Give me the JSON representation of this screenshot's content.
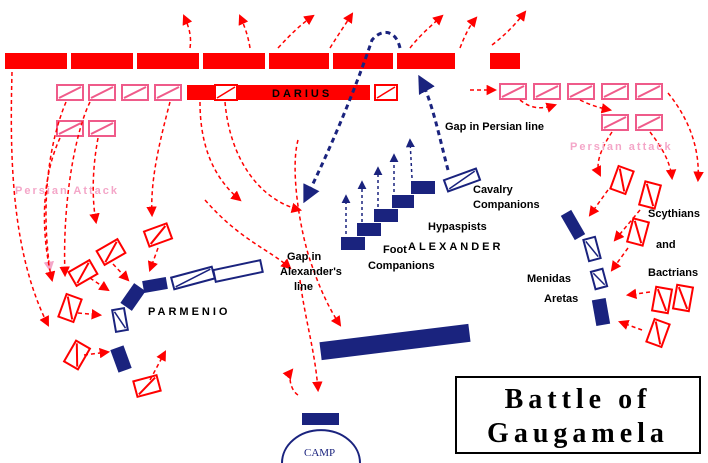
{
  "title": {
    "line1": "Battle of",
    "line2": "Gaugamela"
  },
  "labels": {
    "darius": "DARIUS",
    "gap_persian": "Gap in Persian line",
    "persian_attack_left": "Persian Attack",
    "persian_attack_right": "Persian attack",
    "cavalry_1": "Cavalry",
    "cavalry_2": "Companions",
    "hypaspists": "Hypaspists",
    "alexander": "ALEXANDER",
    "foot_1": "Foot",
    "foot_2": "Companions",
    "gap_alex_1": "Gap in",
    "gap_alex_2": "Alexander's",
    "gap_alex_3": "line",
    "parmenio": "PARMENIO",
    "scythians": "Scythians",
    "and": "and",
    "bactrians": "Bactrians",
    "menidas": "Menidas",
    "aretas": "Aretas",
    "camp": "CAMP"
  },
  "colors": {
    "persian": "#ff0000",
    "persian_light": "#f4a6c8",
    "macedonian": "#1a237e",
    "arrow_red": "#ff0000",
    "arrow_blue": "#1a237e"
  }
}
